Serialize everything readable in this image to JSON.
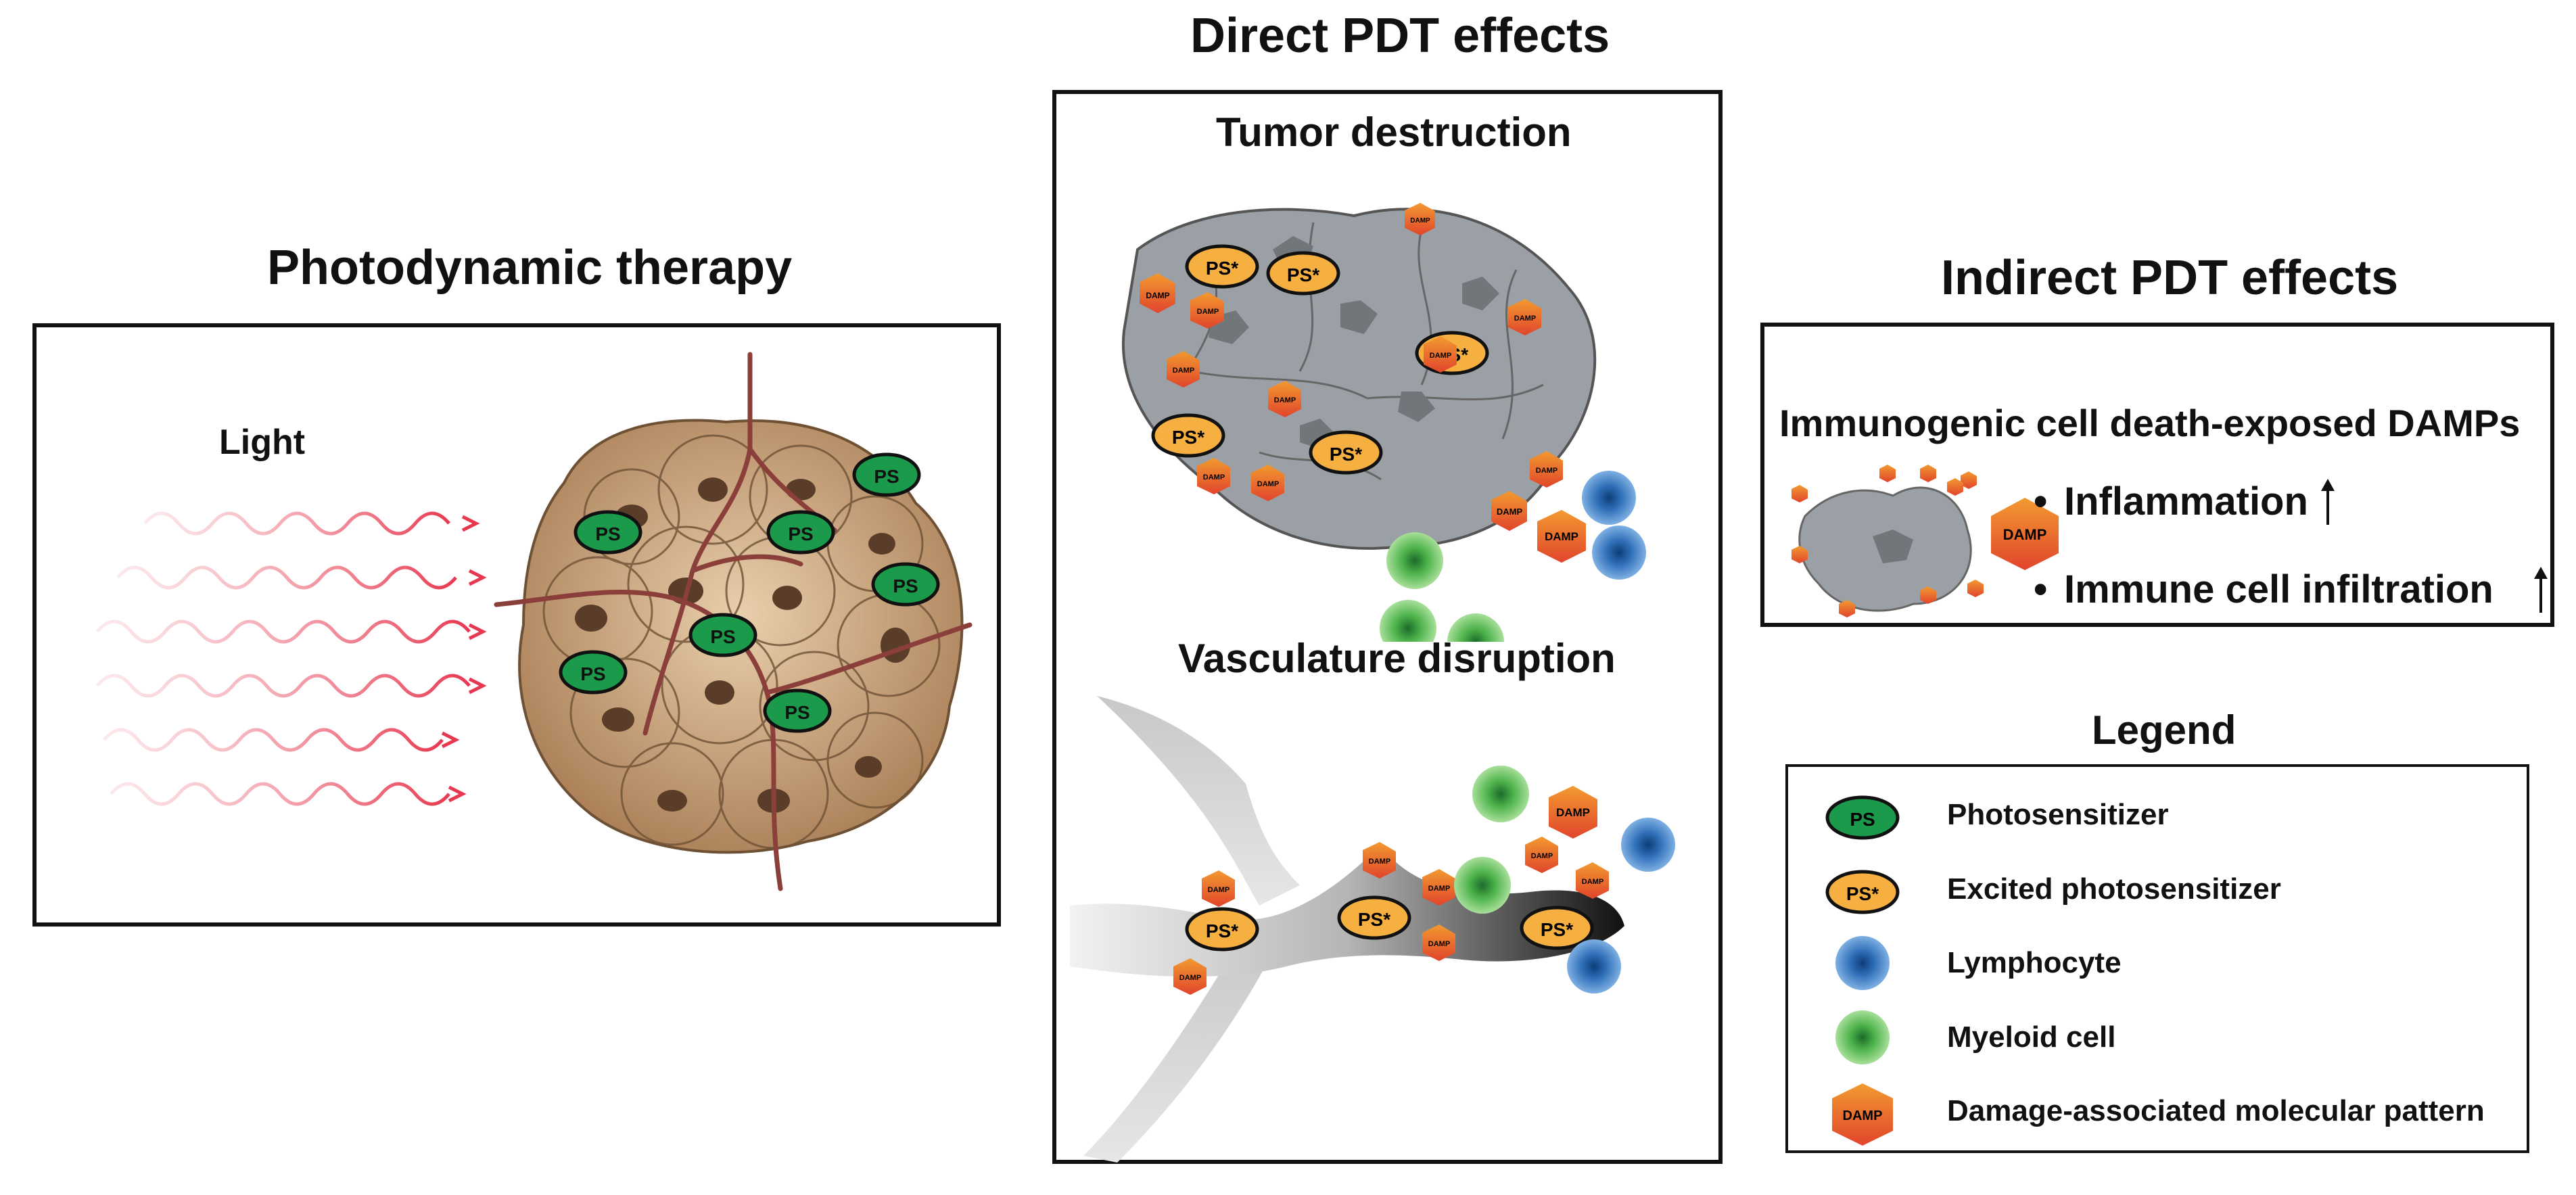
{
  "pdt": {
    "title": "Photodynamic therapy",
    "light_label": "Light",
    "ps_label": "PS"
  },
  "direct": {
    "title": "Direct PDT effects",
    "tumor_title": "Tumor destruction",
    "vasc_title": "Vasculature disruption",
    "ps_star_label": "PS*",
    "damp_label": "DAMP"
  },
  "indirect": {
    "title": "Indirect PDT effects",
    "box_title": "Immunogenic cell death-exposed DAMPs",
    "effects": [
      {
        "label": "Inflammation",
        "trend": "up"
      },
      {
        "label": "Immune cell infiltration",
        "trend": "up"
      }
    ]
  },
  "legend": {
    "title": "Legend",
    "items": [
      {
        "icon": "photosensitizer-icon",
        "label": "Photosensitizer",
        "icon_text": "PS"
      },
      {
        "icon": "excited-photosensitizer-icon",
        "label": "Excited photosensitizer",
        "icon_text": "PS*"
      },
      {
        "icon": "lymphocyte-icon",
        "label": "Lymphocyte",
        "icon_text": ""
      },
      {
        "icon": "myeloid-cell-icon",
        "label": "Myeloid cell",
        "icon_text": ""
      },
      {
        "icon": "damp-icon",
        "label": "Damage-associated molecular pattern",
        "icon_text": "DAMP"
      }
    ]
  },
  "colors": {
    "photosensitizer": "#1a9a4a",
    "excited_photosensitizer": "#f6b041",
    "lymphocyte": "#2f6fb8",
    "myeloid": "#4cb24a",
    "damp_top": "#f29a30",
    "damp_bottom": "#e1452c",
    "tumor_cell": "#c49a6c",
    "dead_cell": "#9aa0a5",
    "light": "#e8384f"
  }
}
